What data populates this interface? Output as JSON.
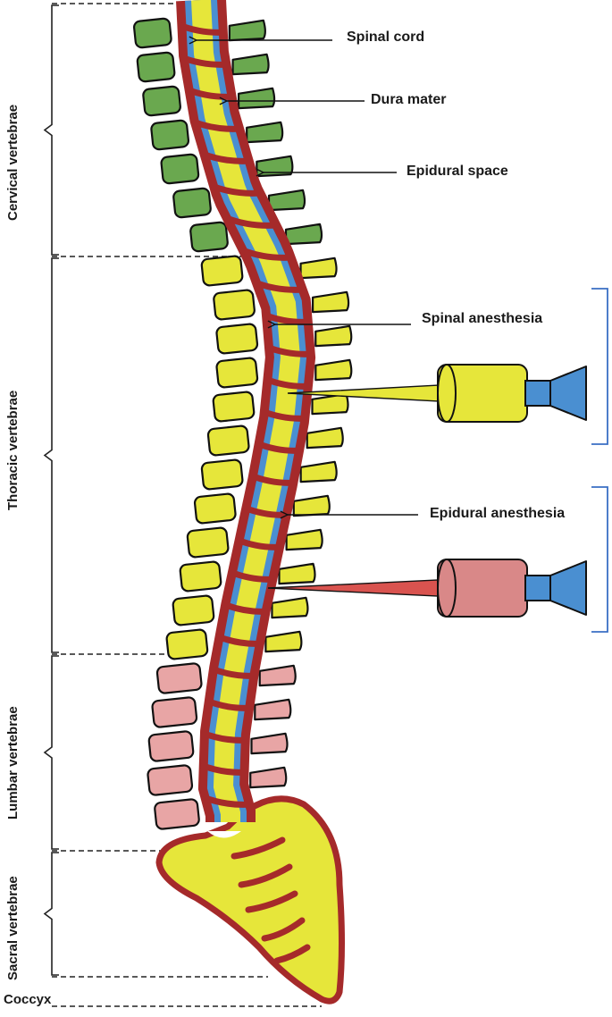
{
  "labels": {
    "spinal_cord": "Spinal cord",
    "dura_mater": "Dura mater",
    "epidural_space": "Epidural space",
    "spinal_anesthesia": "Spinal anesthesia",
    "epidural_anesthesia": "Epidural anesthesia"
  },
  "regions": {
    "cervical": "Cervical vertebrae",
    "thoracic": "Thoracic vertebrae",
    "lumbar": "Lumbar vertebrae",
    "sacral": "Sacral vertebrae",
    "coccyx": "Coccyx"
  },
  "colors": {
    "cervical": "#6aa84f",
    "thoracic": "#e6e63a",
    "lumbar": "#e8a5a5",
    "dura": "#a52a2a",
    "csf": "#4a8fd1",
    "cord": "#e6e63a",
    "needle_body_spinal": "#e6e63a",
    "needle_body_epidural": "#d98888",
    "needle_hub": "#4a8fd1",
    "bracket": "#3a6fc4"
  },
  "counts": {
    "cervical": 7,
    "thoracic": 12,
    "lumbar": 5
  }
}
